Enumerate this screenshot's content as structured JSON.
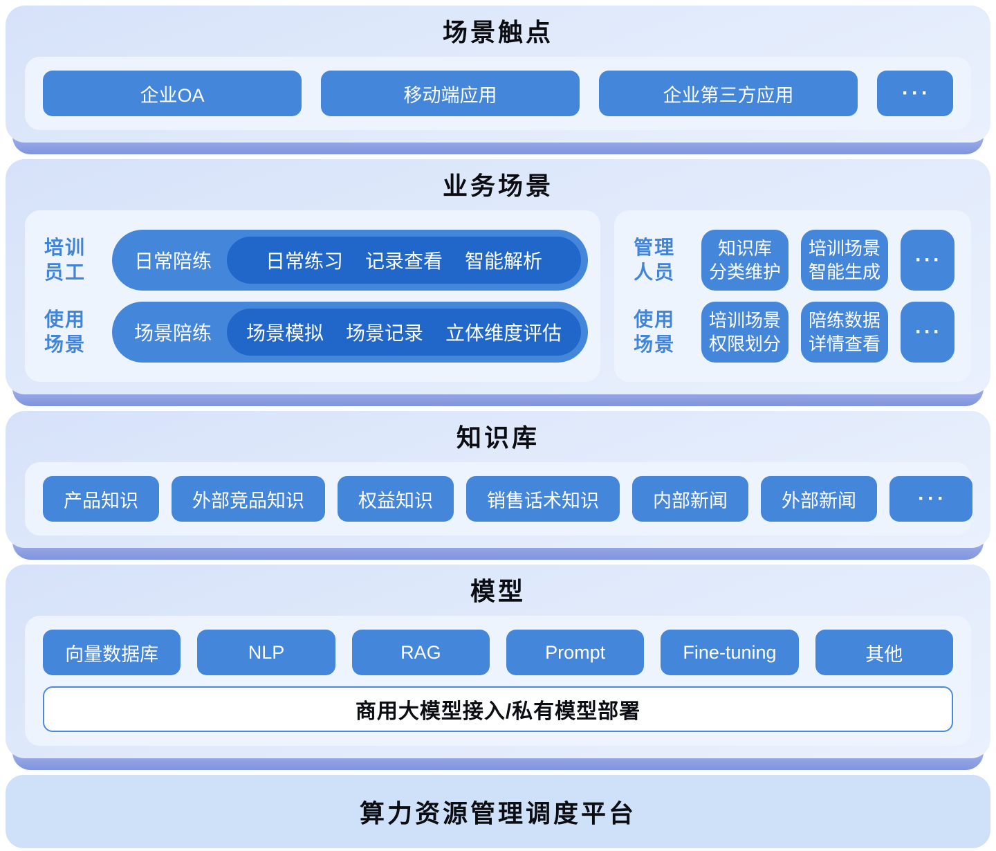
{
  "colors": {
    "accent_blue": "#4486DA",
    "deep_blue": "#2067C9",
    "label_blue": "#4285D8",
    "section_bg": "#DCE7FA",
    "tray_bg": "#EDF4FE",
    "shadow_blue": "#8095DE",
    "platform_bg": "#CFE1F8",
    "bar_border": "#4A8ADE",
    "title_color": "#0B0D12"
  },
  "touchpoints": {
    "title": "场景触点",
    "buttons": [
      "企业OA",
      "移动端应用",
      "企业第三方应用"
    ],
    "more": "···"
  },
  "business": {
    "title": "业务场景",
    "employee": {
      "rows": [
        {
          "label1": "培训",
          "label2": "员工",
          "pill": "日常陪练",
          "items": [
            "日常练习",
            "记录查看",
            "智能解析"
          ]
        },
        {
          "label1": "使用",
          "label2": "场景",
          "pill": "场景陪练",
          "items": [
            "场景模拟",
            "场景记录",
            "立体维度评估"
          ]
        }
      ]
    },
    "manager": {
      "rows": [
        {
          "label1": "管理",
          "label2": "人员",
          "buttons": [
            {
              "line1": "知识库",
              "line2": "分类维护"
            },
            {
              "line1": "培训场景",
              "line2": "智能生成"
            }
          ],
          "more": "···"
        },
        {
          "label1": "使用",
          "label2": "场景",
          "buttons": [
            {
              "line1": "培训场景",
              "line2": "权限划分"
            },
            {
              "line1": "陪练数据",
              "line2": "详情查看"
            }
          ],
          "more": "···"
        }
      ]
    }
  },
  "knowledge": {
    "title": "知识库",
    "buttons": [
      "产品知识",
      "外部竞品知识",
      "权益知识",
      "销售话术知识",
      "内部新闻",
      "外部新闻"
    ],
    "more": "···"
  },
  "model": {
    "title": "模型",
    "buttons": [
      "向量数据库",
      "NLP",
      "RAG",
      "Prompt",
      "Fine-tuning",
      "其他"
    ],
    "bar": "商用大模型接入/私有模型部署"
  },
  "platform": {
    "title": "算力资源管理调度平台"
  }
}
